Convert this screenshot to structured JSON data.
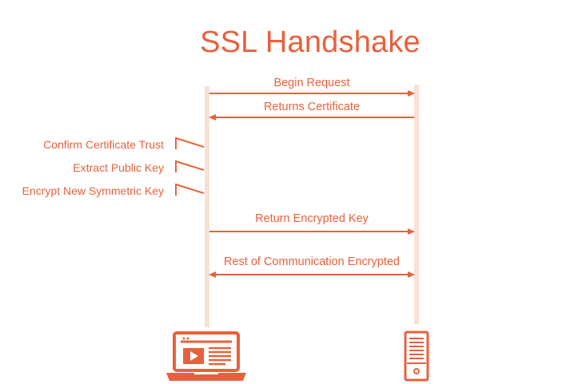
{
  "title": "SSL Handshake",
  "accent_color": "#e8613c",
  "lifeline_color": "#fbe0d6",
  "messages": [
    {
      "label": "Begin Request",
      "direction": "client-to-server"
    },
    {
      "label": "Returns Certificate",
      "direction": "server-to-client"
    },
    {
      "label": "Return Encrypted Key",
      "direction": "client-to-server"
    },
    {
      "label": "Rest of Communication Encrypted",
      "direction": "bidirectional"
    }
  ],
  "client_steps": [
    {
      "label": "Confirm Certificate Trust"
    },
    {
      "label": "Extract Public Key"
    },
    {
      "label": "Encrypt New Symmetric Key"
    }
  ],
  "client_icon": "laptop-icon",
  "server_icon": "server-icon"
}
